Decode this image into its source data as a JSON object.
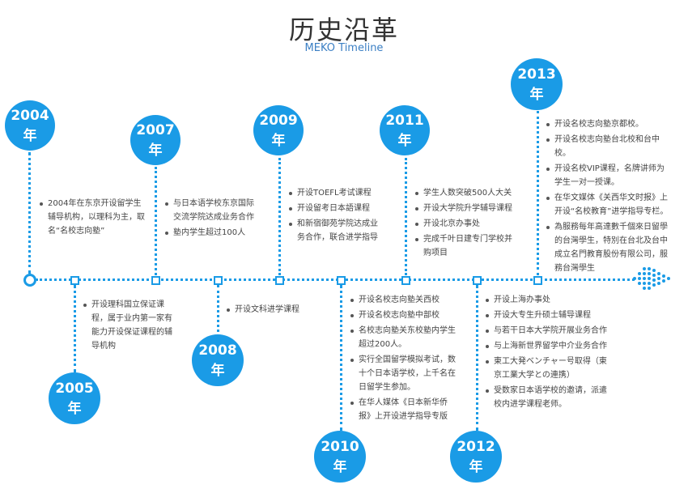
{
  "header": {
    "title": "历史沿革",
    "subtitle": "MEKO Timeline"
  },
  "colors": {
    "accent": "#1a9be6",
    "text": "#444444"
  },
  "years": [
    {
      "label": "2004年",
      "items": [
        "2004年在东京开设留学生辅导机构，以理科为主，取名“名校志向塾”"
      ]
    },
    {
      "label": "2005年",
      "items": [
        "开设理科国立保证课程，属于业内第一家有能力开设保证课程的辅导机构"
      ]
    },
    {
      "label": "2007年",
      "items": [
        "与日本语学校东京国际交流学院达成业务合作",
        "塾内学生超过100人"
      ]
    },
    {
      "label": "2008年",
      "items": [
        "开设文科进学课程"
      ]
    },
    {
      "label": "2009年",
      "items": [
        "开设TOEFL考试课程",
        "开设留考日本語课程",
        "和新宿御苑学院达成业务合作，联合进学指导"
      ]
    },
    {
      "label": "2010年",
      "items": [
        "开设名校志向塾关西校",
        "开设名校志向塾中部校",
        "名校志向塾关东校塾内学生超过200人。",
        "实行全国留学模拟考试，数十个日本语学校，上千名在日留学生参加。",
        "在华人媒体《日本新华侨报》上开设进学指导专版"
      ]
    },
    {
      "label": "2011年",
      "items": [
        "学生人数突破500人大关",
        "开设大学院升学辅导课程",
        "开设北京办事处",
        "完成千叶日建专门学校并购项目"
      ]
    },
    {
      "label": "2012年",
      "items": [
        "开设上海办事处",
        "开设大专生升硕士辅导课程",
        "与若干日本大学院开展业务合作",
        "与上海新世界留学中介业务合作",
        "東工大発ベンチャー号取得（東京工業大学との連携）",
        "受数家日本语学校的邀请，派遣校内进学课程老师。"
      ]
    },
    {
      "label": "2013年",
      "items": [
        "开设名校志向塾京都校。",
        "开设名校志向塾台北校和台中校。",
        "开设名校VIP课程，名牌讲师为学生一对一授课。",
        "在华文媒体《关西华文时报》上开设“名校教育”进学指导专栏。",
        "為服務每年高達數千個來日留學的台灣學生，特別在台北及台中成立名門教育股份有限公司，服務台灣學生"
      ]
    }
  ]
}
